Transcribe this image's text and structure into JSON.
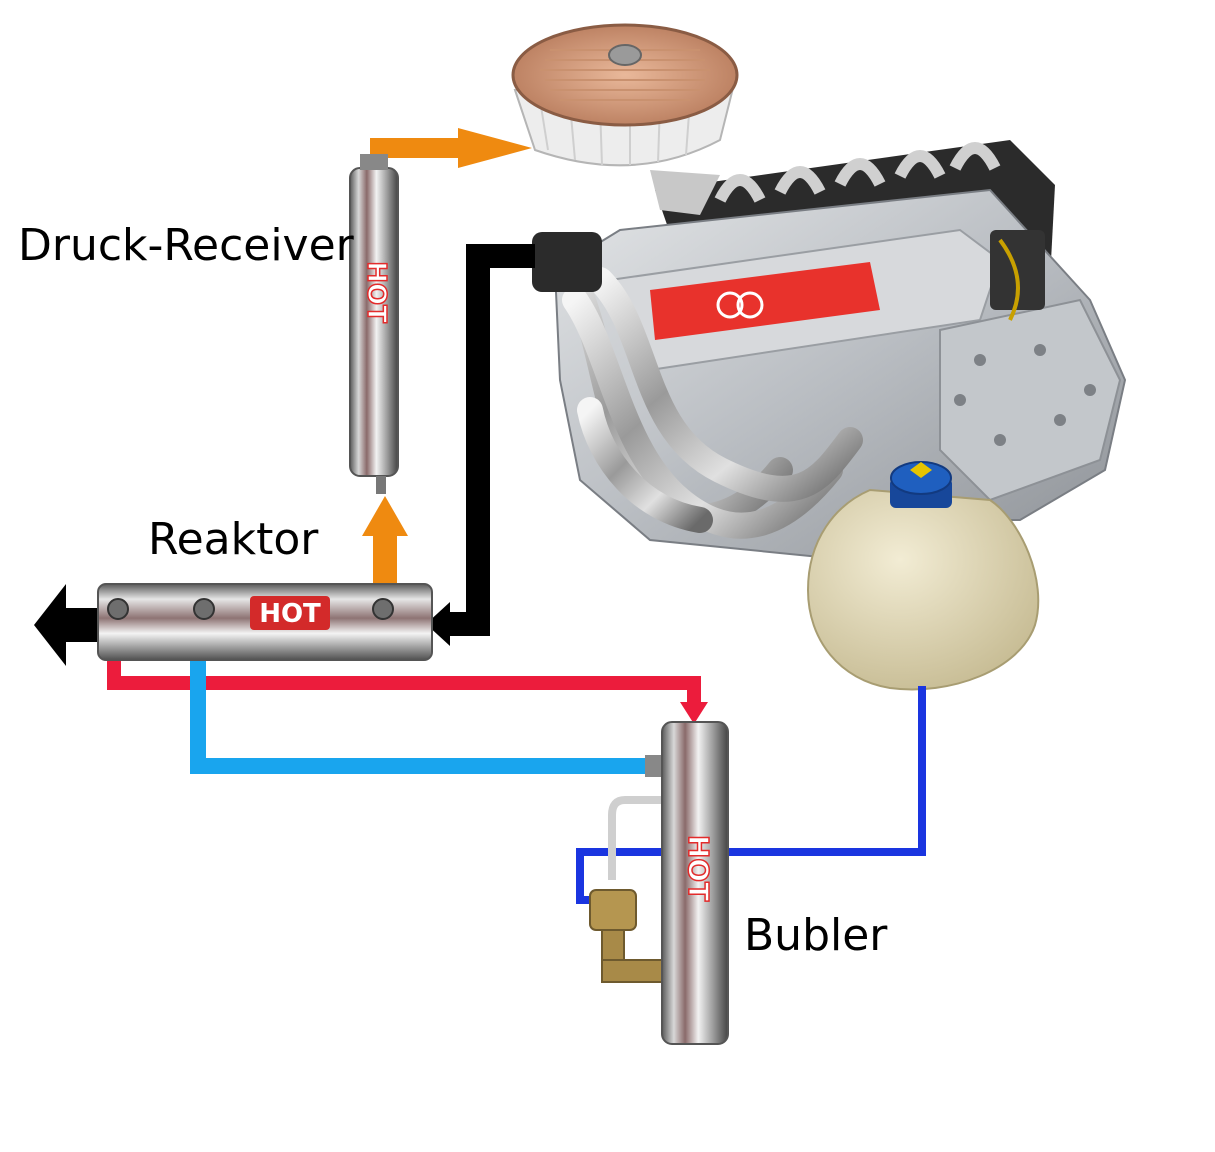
{
  "labels": {
    "druck_receiver": "Druck-Receiver",
    "reaktor": "Reaktor",
    "bubler": "Bubler"
  },
  "badges": {
    "hot": "HOT"
  },
  "colors": {
    "gas_line": "#ef8a10",
    "exhaust_line": "#000000",
    "hot_water_line": "#ec1c3c",
    "cold_water_line": "#19a5ee",
    "coolant_line": "#1a35e0",
    "engine_block": "#c9ccd0",
    "engine_red_stripe": "#e8322c",
    "tank": "#e4dcbc",
    "tank_cap": "#1f5fbf"
  },
  "icons": {
    "engine": "engine-image",
    "air_filter": "air-filter-image",
    "coolant_tank": "coolant-tank-image"
  }
}
